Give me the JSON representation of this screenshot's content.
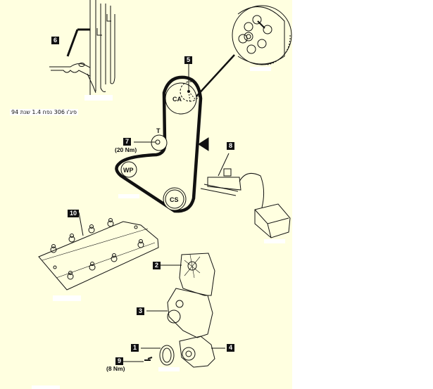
{
  "caption": "פיג'ו 306 נפח 1.4 שנת 94",
  "colors": {
    "background": "#ffffe0",
    "outside": "#ffffff",
    "ink": "#111111",
    "callout_bg": "#111111",
    "callout_text": "#ffffff"
  },
  "callouts": [
    {
      "id": "1",
      "label": "1",
      "part": "crankshaft-pulley"
    },
    {
      "id": "2",
      "label": "2",
      "part": "upper-timing-cover"
    },
    {
      "id": "3",
      "label": "3",
      "part": "middle-timing-cover"
    },
    {
      "id": "4",
      "label": "4",
      "part": "lower-timing-cover"
    },
    {
      "id": "5",
      "label": "5",
      "part": "camshaft-sprocket-timing-mark"
    },
    {
      "id": "6",
      "label": "6",
      "part": "locking-pin"
    },
    {
      "id": "7",
      "label": "7",
      "part": "tensioner"
    },
    {
      "id": "8",
      "label": "8",
      "part": "belt-tension-gauge"
    },
    {
      "id": "9",
      "label": "9",
      "part": "pulley-bolt"
    },
    {
      "id": "10",
      "label": "10",
      "part": "cylinder-head-cover"
    }
  ],
  "torques": {
    "tensioner": "(20 Nm)",
    "pulley_bolt": "(8 Nm)"
  },
  "pulleys": {
    "camshaft": "CA",
    "tensioner": "T",
    "water_pump": "WP",
    "crankshaft": "CS"
  }
}
